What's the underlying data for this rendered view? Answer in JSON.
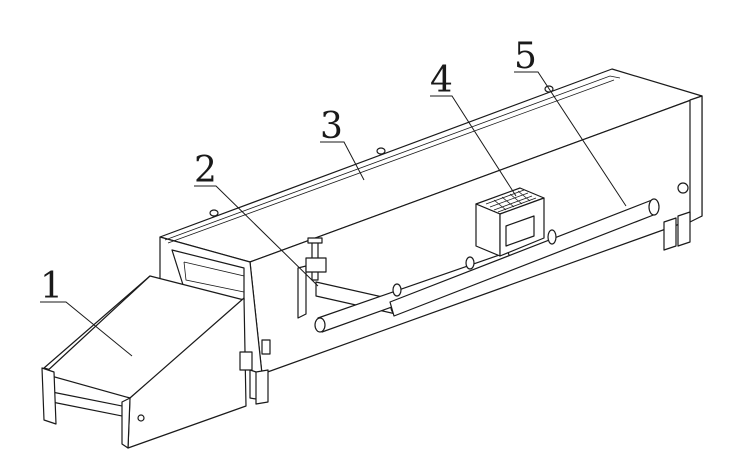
{
  "labels": [
    {
      "id": "1",
      "text": "1"
    },
    {
      "id": "2",
      "text": "2"
    },
    {
      "id": "3",
      "text": "3"
    },
    {
      "id": "4",
      "text": "4"
    },
    {
      "id": "5",
      "text": "5"
    }
  ],
  "colors": {
    "line": "#1a1a1a",
    "background": "#ffffff"
  }
}
